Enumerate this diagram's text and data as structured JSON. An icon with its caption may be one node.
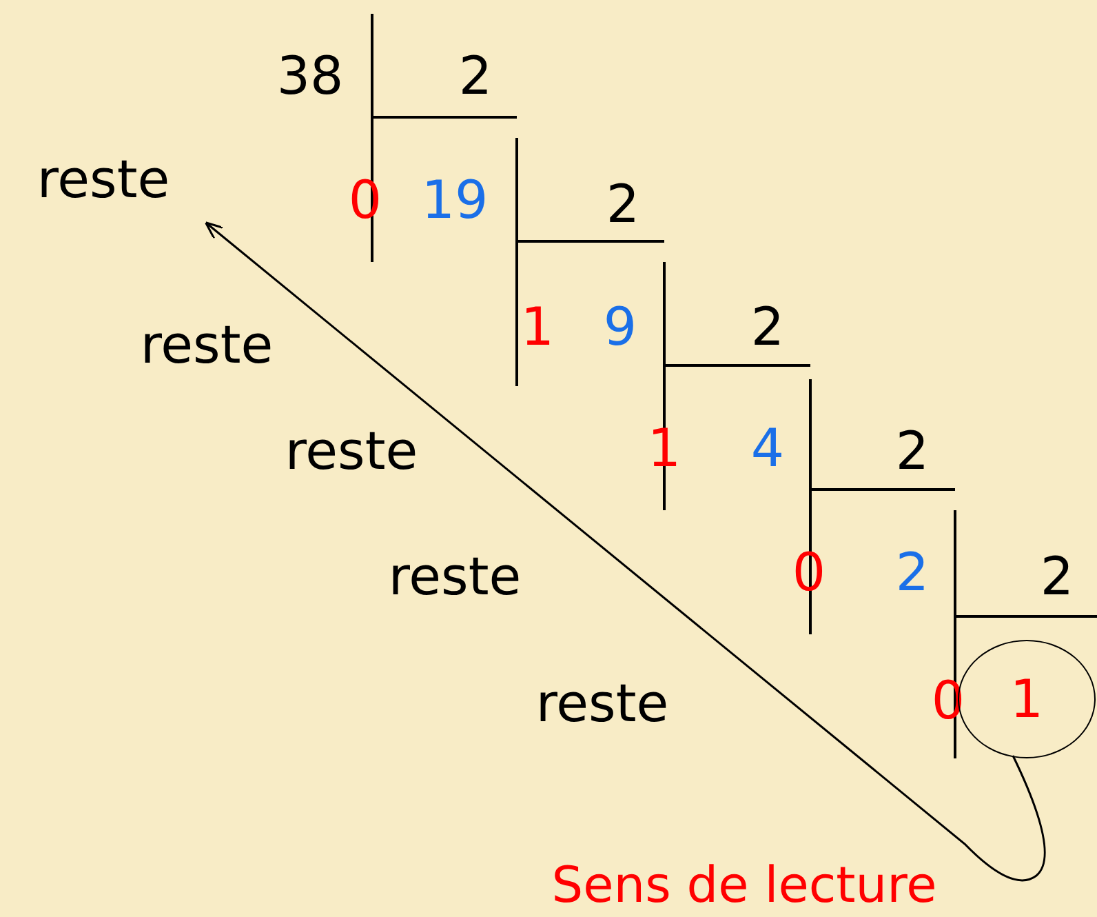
{
  "diagram": {
    "nodes": [
      {
        "text": [
          "reste"
        ]
      },
      {
        "text": [
          "1"
        ]
      }
    ],
    "edges": [
      {
        "from": 1,
        "to": 0,
        "arrow": "to",
        "label": "Sens de lecture"
      }
    ],
    "labels": [
      "38",
      "2",
      "0",
      "19",
      "2",
      "1",
      "9",
      "2",
      "reste",
      "reste",
      "1",
      "4",
      "2",
      "reste",
      "0",
      "2",
      "2",
      "reste",
      "0"
    ]
  }
}
